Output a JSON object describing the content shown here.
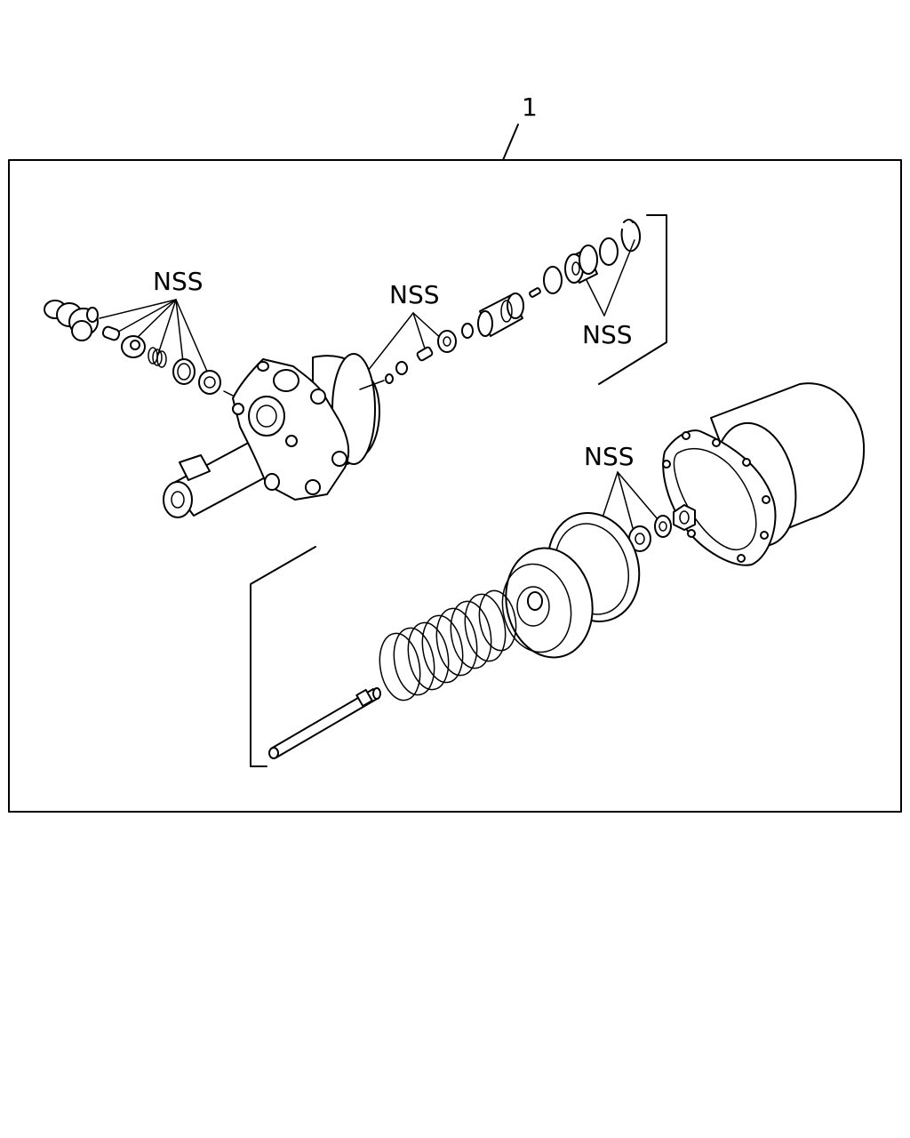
{
  "diagram": {
    "callout_number": "1",
    "nss_labels": [
      "NSS",
      "NSS",
      "NSS",
      "NSS"
    ]
  }
}
